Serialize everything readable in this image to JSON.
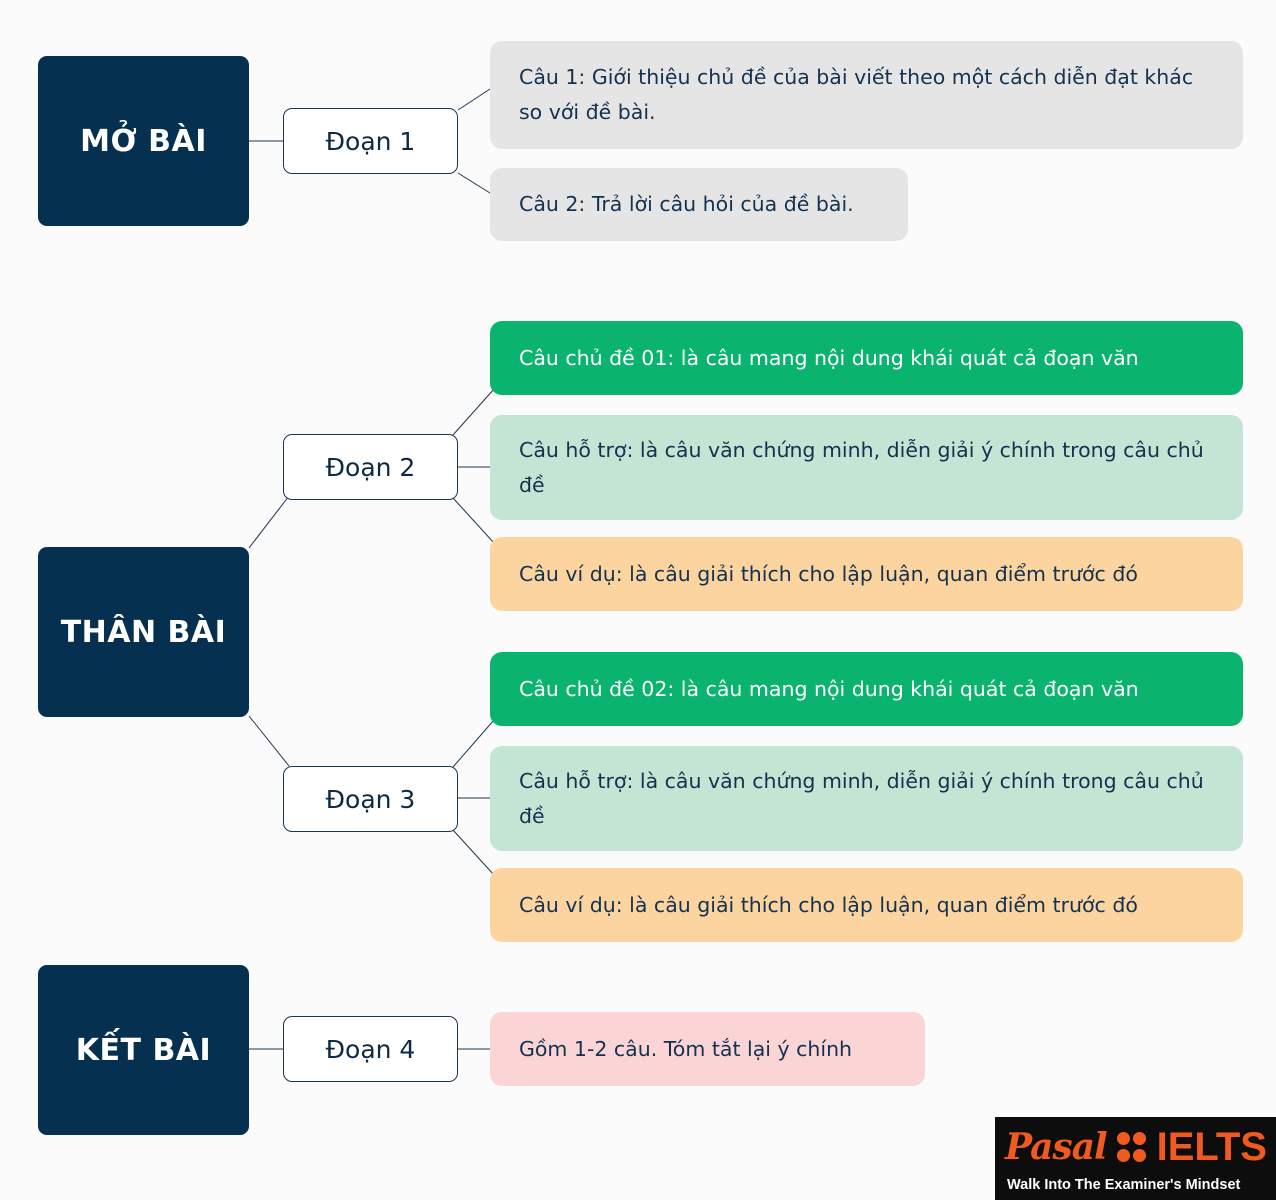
{
  "sections": {
    "intro": "MỞ BÀI",
    "body": "THÂN BÀI",
    "conclusion": "KẾT BÀI"
  },
  "paragraphs": {
    "p1": "Đoạn 1",
    "p2": "Đoạn 2",
    "p3": "Đoạn 3",
    "p4": "Đoạn 4"
  },
  "sentences": {
    "p1_s1": "Câu 1: Giới thiệu chủ đề của bài viết theo một cách diễn đạt khác so với đề bài.",
    "p1_s2": "Câu 2: Trả lời câu hỏi của đề bài.",
    "p2_topic": "Câu chủ đề 01: là câu mang nội dung khái quát cả đoạn văn",
    "p2_support": "Câu hỗ trợ: là câu văn chứng minh, diễn giải ý chính trong câu chủ đề",
    "p2_example": "Câu ví dụ: là câu giải thích cho lập luận, quan điểm trước đó",
    "p3_topic": "Câu chủ đề 02: là câu mang nội dung khái quát cả đoạn văn",
    "p3_support": "Câu hỗ trợ: là câu văn chứng minh, diễn giải ý chính trong câu chủ đề",
    "p3_example": "Câu ví dụ: là câu giải thích cho lập luận, quan điểm trước đó",
    "p4_s1": "Gồm 1-2 câu. Tóm tắt lại ý chính"
  },
  "logo": {
    "pasal": "Pasal",
    "ielts": "IELTS",
    "tagline": "Walk Into The Examiner's Mindset"
  },
  "colors": {
    "section_bg": "#06304f",
    "gray": "#e5e5e5",
    "green": "#0ab46f",
    "mint": "#c4e4d4",
    "orange": "#fbd4a0",
    "pink": "#fbd4d6",
    "logo_accent": "#f05a1e"
  }
}
